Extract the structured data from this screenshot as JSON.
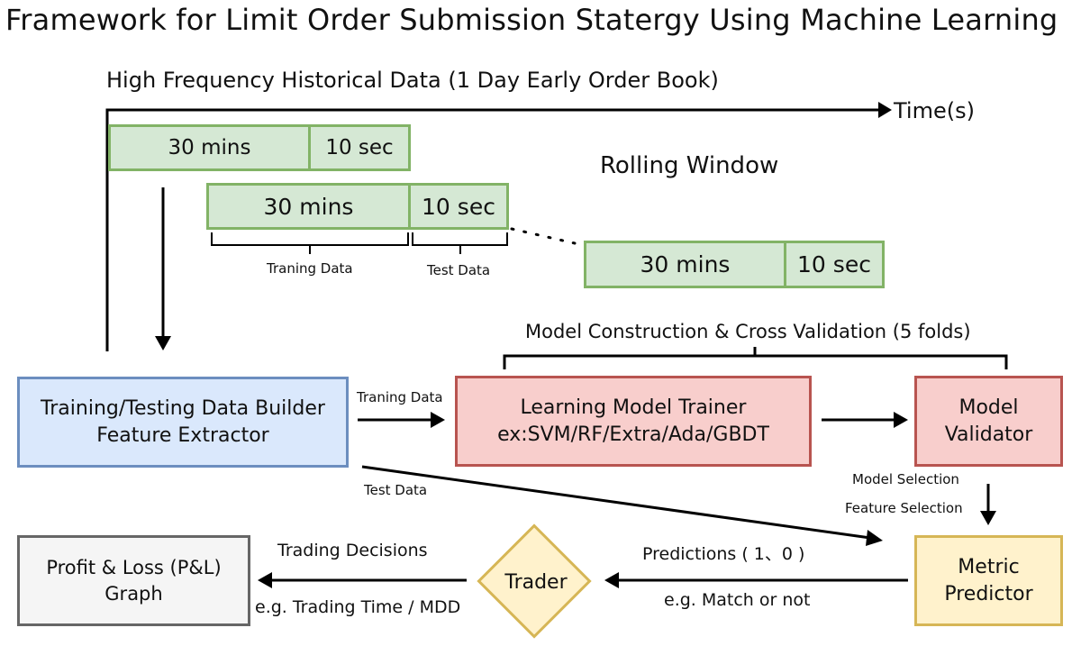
{
  "title": "Framework for Limit Order Submission Statergy Using Machine Learning",
  "timeline": {
    "label": "High Frequency Historical Data (1 Day Early Order Book)",
    "axis_label": "Time(s)"
  },
  "rolling_window": {
    "label": "Rolling Window",
    "windows": [
      {
        "train": "30 mins",
        "test": "10 sec"
      },
      {
        "train": "30 mins",
        "test": "10 sec"
      },
      {
        "train": "30 mins",
        "test": "10 sec"
      }
    ],
    "training_label": "Traning Data",
    "test_label": "Test Data"
  },
  "model_construction_label": "Model Construction & Cross Validation (5 folds)",
  "nodes": {
    "builder": {
      "line1": "Training/Testing Data Builder",
      "line2": "Feature Extractor"
    },
    "trainer": {
      "line1": "Learning Model Trainer",
      "line2": "ex:SVM/RF/Extra/Ada/GBDT"
    },
    "validator": {
      "line1": "Model",
      "line2": "Validator"
    },
    "predictor": {
      "line1": "Metric",
      "line2": "Predictor"
    },
    "trader": {
      "label": "Trader"
    },
    "pnl": {
      "line1": "Profit & Loss (P&L)",
      "line2": "Graph"
    }
  },
  "edges": {
    "training_data": "Traning Data",
    "test_data": "Test Data",
    "model_selection": "Model Selection",
    "feature_selection": "Feature Selection",
    "predictions": "Predictions ( 1、0 )",
    "match": "e.g. Match or not",
    "trading_decisions": "Trading Decisions",
    "trading_time": "e.g. Trading Time / MDD"
  },
  "colors": {
    "window_fill": "#d5e8d4",
    "window_border": "#82b366",
    "builder_fill": "#dae8fc",
    "builder_border": "#6c8ebf",
    "trainer_fill": "#f8cecc",
    "trainer_border": "#b85450",
    "predictor_fill": "#fff2cc",
    "predictor_border": "#d6b656",
    "pnl_fill": "#f5f5f5",
    "pnl_border": "#666666"
  }
}
